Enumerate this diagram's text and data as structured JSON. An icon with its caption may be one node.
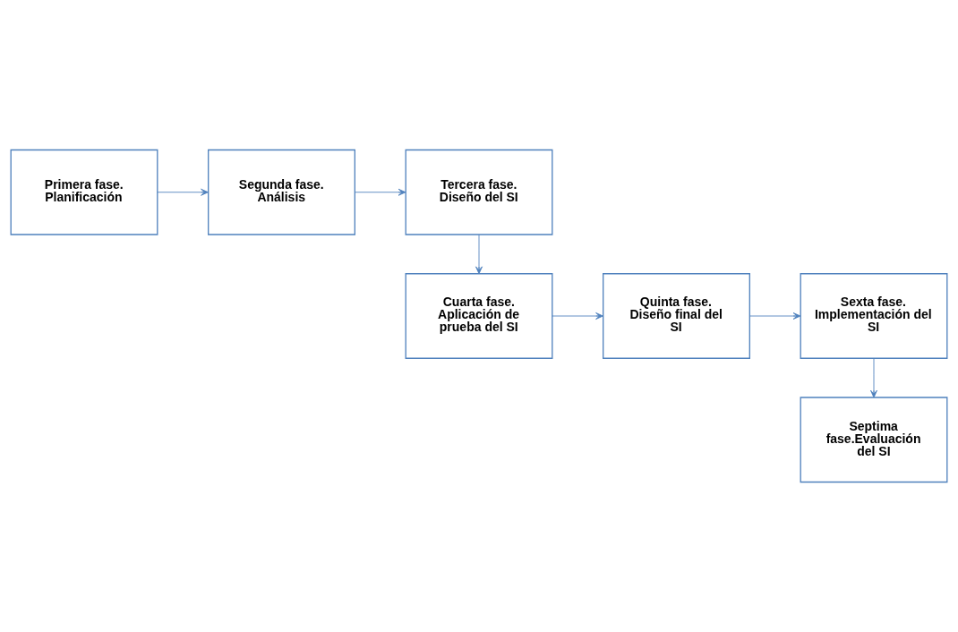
{
  "diagram": {
    "nodes": [
      {
        "text": [
          "Primera fase. Planificación"
        ]
      },
      {
        "text": [
          "Segunda fase. Análisis"
        ]
      },
      {
        "text": [
          "Tercera fase. Diseño del SI"
        ]
      },
      {
        "text": [
          "Cuarta fase. Aplicación de prueba del SI"
        ]
      },
      {
        "text": [
          "Quinta fase. Diseño final del SI"
        ]
      },
      {
        "text": [
          "Sexta fase. Implementación del SI"
        ]
      },
      {
        "text": [
          "Septima fase.Evaluación del SI"
        ]
      }
    ],
    "edges": [
      {
        "from": 0,
        "to": 1,
        "arrow": "to"
      },
      {
        "from": 1,
        "to": 2,
        "arrow": "to"
      },
      {
        "from": 2,
        "to": 3,
        "arrow": "to"
      },
      {
        "from": 3,
        "to": 4,
        "arrow": "to"
      },
      {
        "from": 4,
        "to": 5,
        "arrow": "to"
      },
      {
        "from": 5,
        "to": 6,
        "arrow": "to"
      }
    ]
  }
}
